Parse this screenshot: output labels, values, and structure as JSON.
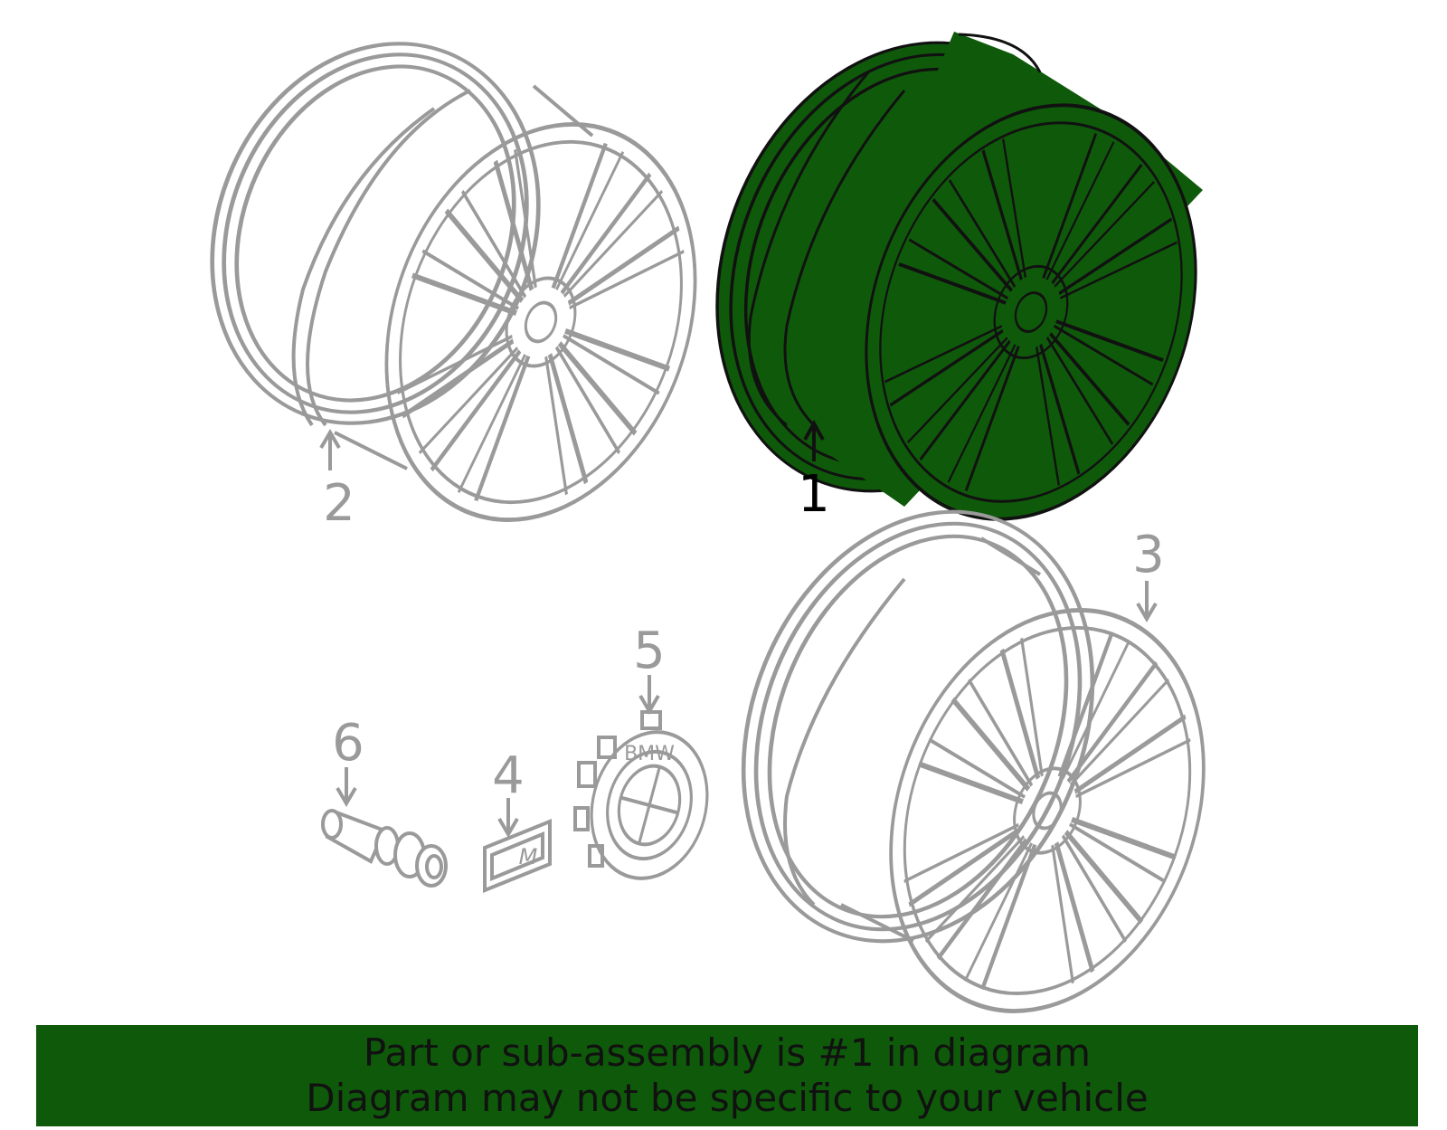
{
  "colors": {
    "highlight": "#0f5a0a",
    "line_grey": "#9a9a9a",
    "outline": "#111111"
  },
  "callouts": {
    "part1": "1",
    "part2": "2",
    "part3": "3",
    "part4": "4",
    "part5": "5",
    "part6": "6"
  },
  "cap_logo": "BMW",
  "emblem_letter": "M",
  "footer": {
    "line1": "Part or sub-assembly is #1 in diagram",
    "line2": "Diagram may not be specific to your vehicle"
  }
}
